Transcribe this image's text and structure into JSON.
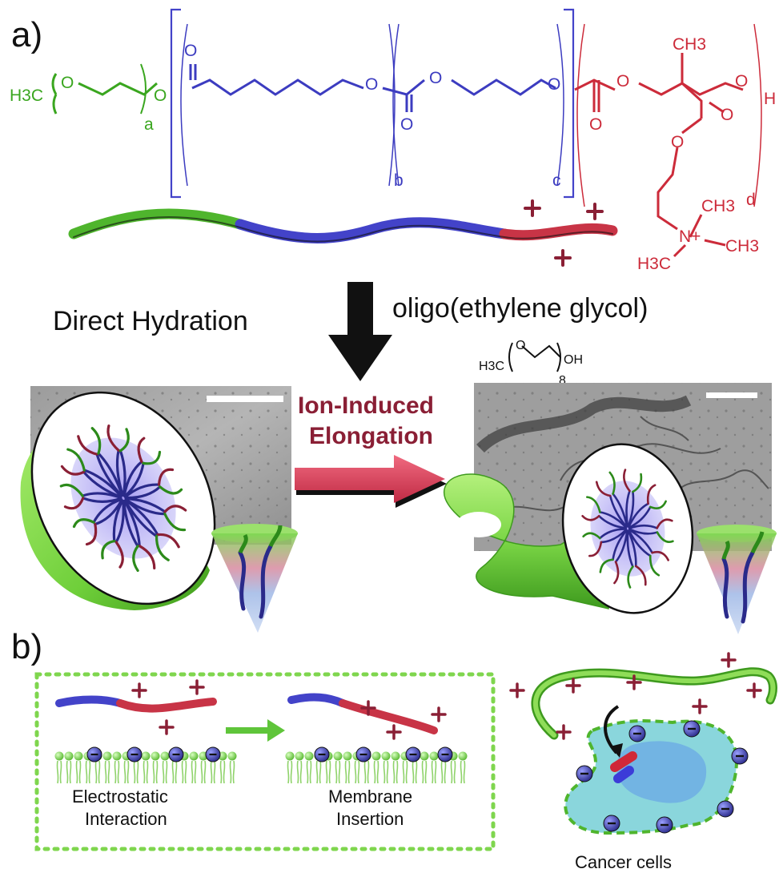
{
  "panels": {
    "a": "a)",
    "b": "b)"
  },
  "polymer": {
    "peg_end": "H3C",
    "peg_sub": "a",
    "pcl_sub": "b",
    "ptmc_sub": "c",
    "cation_sub": "d",
    "end_h": "H",
    "ch3": "CH3",
    "nplus": "N+",
    "oxygen": "O"
  },
  "process": {
    "direct_hydration": "Direct Hydration",
    "oligo_label": "oligo(ethylene glycol)",
    "oligo_formula_left": "H3C",
    "oligo_sub": "8",
    "oligo_formula_right": "OH",
    "ion_line1": "Ion-Induced",
    "ion_line2": "Elongation"
  },
  "panel_b": {
    "electrostatic_line1": "Electrostatic",
    "electrostatic_line2": "Interaction",
    "membrane_line1": "Membrane",
    "membrane_line2": "Insertion",
    "cancer": "Cancer cells"
  },
  "colors": {
    "peg_green": "#5fc53a",
    "pcl_blue": "#4343c9",
    "cation_red": "#c83446",
    "dark_red": "#8a1f35",
    "arrow_red": "#d83a52",
    "membrane_green": "#8fd36a",
    "cell_cyan": "#7ad0dc",
    "anion_blue": "#3c3ca6"
  }
}
